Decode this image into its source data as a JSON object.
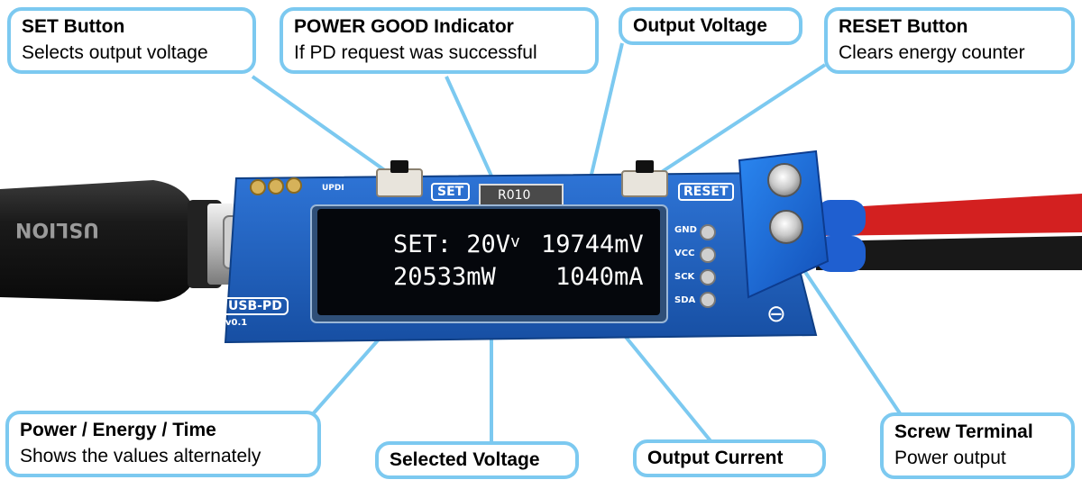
{
  "callouts": {
    "set_button": {
      "title": "SET Button",
      "desc": "Selects output voltage"
    },
    "power_good": {
      "title": "POWER GOOD Indicator",
      "desc": "If PD request was successful"
    },
    "output_voltage": {
      "title": "Output Voltage"
    },
    "reset_button": {
      "title": "RESET Button",
      "desc": "Clears energy counter"
    },
    "power_energy_time": {
      "title": "Power / Energy / Time",
      "desc": "Shows the values alternately"
    },
    "selected_voltage": {
      "title": "Selected Voltage"
    },
    "output_current": {
      "title": "Output Current"
    },
    "screw_terminal": {
      "title": "Screw Terminal",
      "desc": "Power output"
    }
  },
  "display": {
    "set_text": "SET: 20V",
    "power_good_mark": "v",
    "voltage": "19744mV",
    "power": "20533mW",
    "current": "1040mA"
  },
  "board": {
    "set_label": "SET",
    "reset_label": "RESET",
    "usb_pd_label": "USB-PD",
    "version": "v0.1",
    "updi_label": "UPDI",
    "resistor_label": "R010",
    "i2c_pins": [
      "GND",
      "VCC",
      "SCK",
      "SDA"
    ],
    "minus_symbol": "⊖",
    "cable_brand": "USLION"
  },
  "colors": {
    "callout_border": "#7cc9f0",
    "pcb_blue": "#1f5fbf",
    "terminal_blue": "#1d6fe0",
    "oled_text": "#ffffff"
  }
}
